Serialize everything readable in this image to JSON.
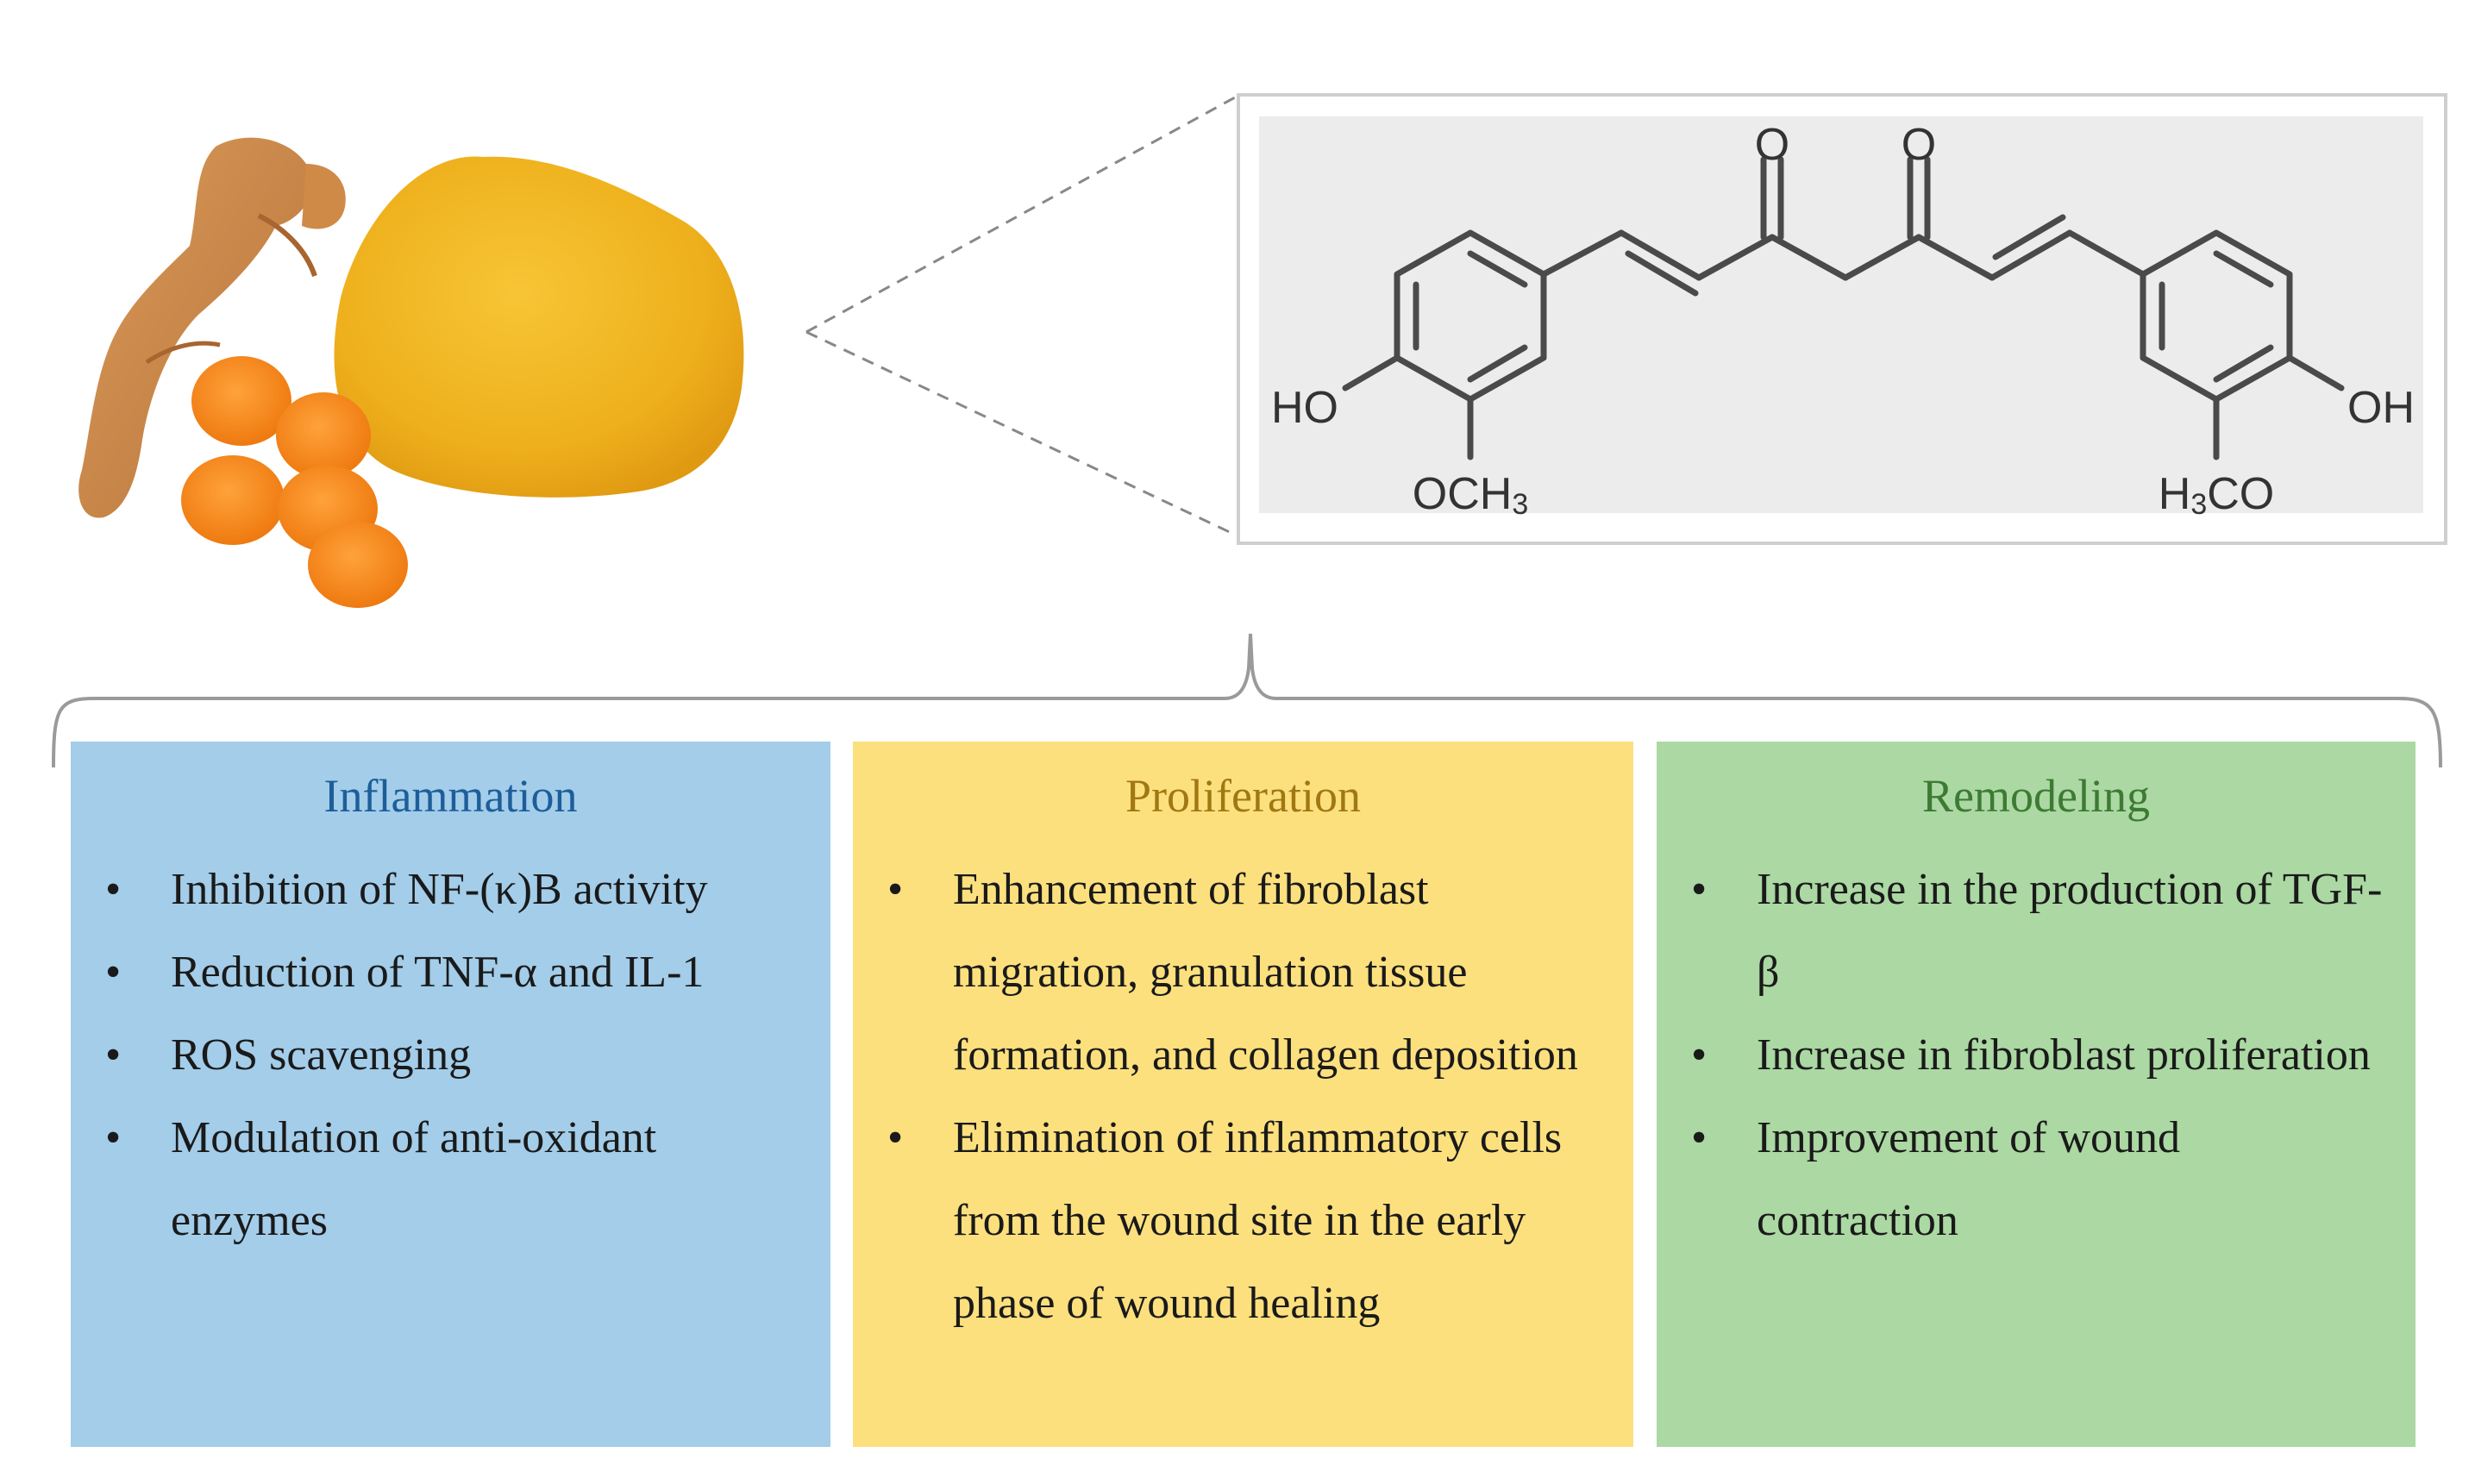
{
  "structure_labels": {
    "o_left": "O",
    "o_right": "O",
    "ho": "HO",
    "och3_sub_pre": "OCH",
    "och3_sub": "3",
    "oh": "OH",
    "h3co_pre": "H",
    "h3co_sub": "3",
    "h3co_post": "CO"
  },
  "phases": [
    {
      "title": "Inflammation",
      "items": [
        "Inhibition of NF-(κ)B activity",
        "Reduction of TNF-α and IL-1",
        "ROS scavenging",
        "Modulation of anti-oxidant enzymes"
      ]
    },
    {
      "title": "Proliferation",
      "items": [
        "Enhancement of fibroblast migration, granulation tissue formation, and collagen deposition",
        "Elimination of inflammatory cells from the wound site in the early phase of wound healing"
      ]
    },
    {
      "title": "Remodeling",
      "items": [
        "Increase in the production of TGF-β",
        "Increase in fibroblast proliferation",
        "Improvement of wound contraction"
      ]
    }
  ],
  "colors": {
    "inflammation_bg": "#a3cde9",
    "proliferation_bg": "#fde07e",
    "remodeling_bg": "#abd8a3",
    "turmeric_orange": "#f08a1c",
    "powder_yellow": "#eeb31c"
  }
}
